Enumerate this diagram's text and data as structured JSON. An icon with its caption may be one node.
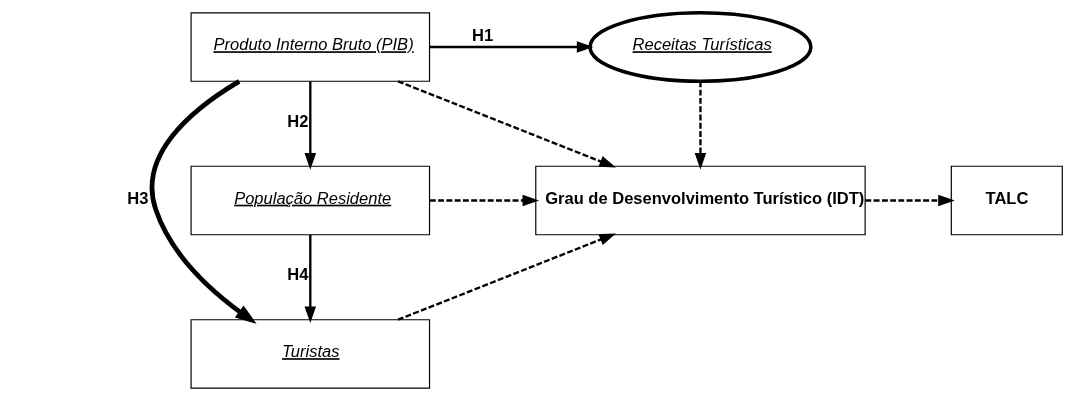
{
  "diagram": {
    "nodes": [
      {
        "text": [
          "Produto Interno Bruto (PIB)"
        ]
      },
      {
        "text": [
          "Receitas Turísticas"
        ]
      },
      {
        "text": [
          "População Residente"
        ]
      },
      {
        "text": [
          "Turistas"
        ]
      },
      {
        "text": [
          "Grau de Desenvolvimento Turístico (IDT)"
        ]
      },
      {
        "text": [
          "TALC"
        ]
      }
    ],
    "edges": [
      {
        "from": 0,
        "to": 1,
        "arrow": "to",
        "label": "H1"
      },
      {
        "from": 0,
        "to": 2,
        "arrow": "to",
        "label": "H2"
      },
      {
        "from": 0,
        "to": 3,
        "arrow": "to",
        "label": "H3",
        "style": "thick"
      },
      {
        "from": 2,
        "to": 3,
        "arrow": "to",
        "label": "H4"
      },
      {
        "from": 0,
        "to": 4,
        "arrow": "to",
        "style": "dashed"
      },
      {
        "from": 1,
        "to": 4,
        "arrow": "to",
        "style": "dashed"
      },
      {
        "from": 2,
        "to": 4,
        "arrow": "to",
        "style": "dashed"
      },
      {
        "from": 3,
        "to": 4,
        "arrow": "to",
        "style": "dashed"
      },
      {
        "from": 4,
        "to": 5,
        "arrow": "to",
        "style": "dashed"
      }
    ]
  }
}
